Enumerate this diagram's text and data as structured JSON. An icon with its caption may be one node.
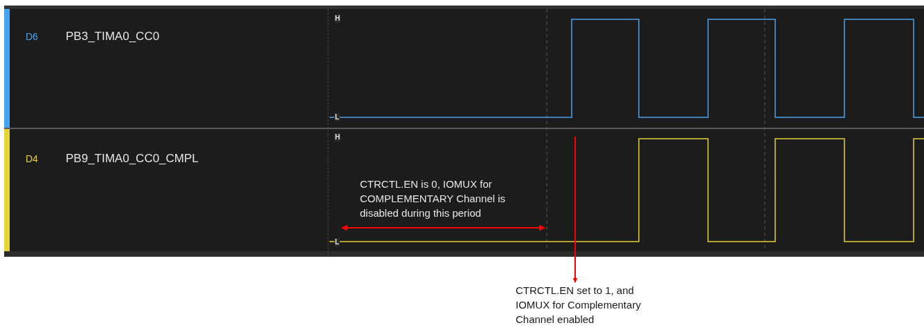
{
  "diagram": {
    "nodes": [
      {
        "text": [
          "D6",
          "PB3_TIMA0_CC0"
        ]
      },
      {
        "text": [
          "D4",
          "PB9_TIMA0_CC0_CMPL"
        ]
      },
      {
        "text": [
          "CTRCTL.EN set to 1, and IOMUX for Complementary Channel enabled"
        ]
      }
    ],
    "edges": [
      {
        "from": 1,
        "to": 2,
        "arrow": "to",
        "color": "#ff0000"
      }
    ],
    "labels": [
      "H",
      "L",
      "H",
      "CTRCTL.EN is 0, IOMUX for COMPLEMENTARY Channel is disabled during this period",
      "L"
    ]
  }
}
